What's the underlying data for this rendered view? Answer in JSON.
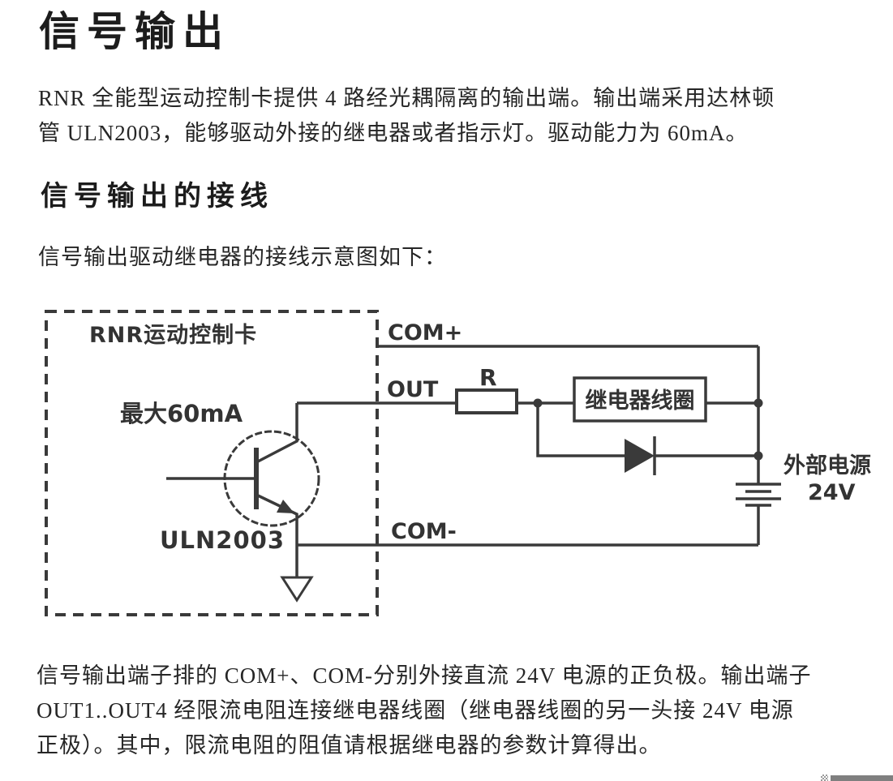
{
  "doc": {
    "title": "信号输出",
    "intro_lines": [
      "RNR 全能型运动控制卡提供 4 路经光耦隔离的输出端。输出端采用达林顿",
      "管 ULN2003，能够驱动外接的继电器或者指示灯。驱动能力为 60mA。"
    ],
    "section_title": "信号输出的接线",
    "diagram_caption": "信号输出驱动继电器的接线示意图如下：",
    "footer_lines": [
      "信号输出端子排的 COM+、COM-分别外接直流 24V 电源的正负极。输出端子",
      "OUT1..OUT4 经限流电阻连接继电器线圈（继电器线圈的另一头接 24V 电源",
      "正极）。其中，限流电阻的阻值请根据继电器的参数计算得出。"
    ]
  },
  "diagram": {
    "card_label": "RNR运动控制卡",
    "max_current_label": "最大60mA",
    "chip_label": "ULN2003",
    "com_plus_label": "COM+",
    "out_label": "OUT",
    "resistor_label": "R",
    "relay_coil_label": "继电器线圈",
    "com_minus_label": "COM-",
    "power_label": "外部电源",
    "power_voltage_label": "24V",
    "line_color": "#3a3a3a"
  },
  "colors": {
    "background": "#ffffff",
    "text": "#262626",
    "diagram_lines": "#3a3a3a",
    "scrollbar_fragment": "#7f7f7f"
  }
}
